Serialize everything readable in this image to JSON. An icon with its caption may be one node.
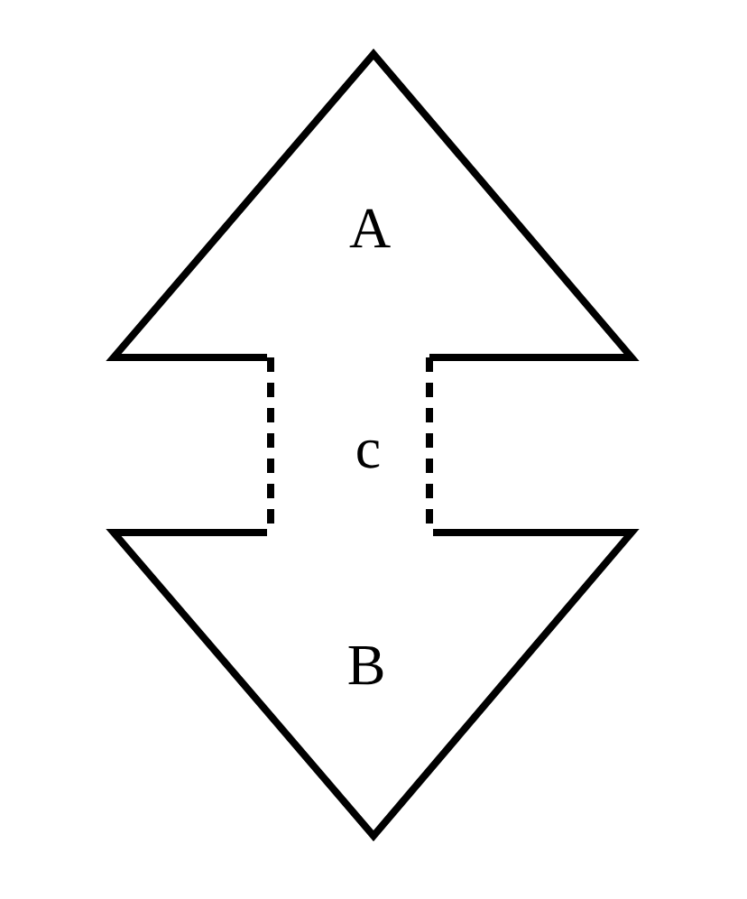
{
  "diagram": {
    "nodes": [
      {
        "text": [
          "A"
        ]
      },
      {
        "text": [
          "c"
        ]
      },
      {
        "text": [
          "B"
        ]
      }
    ]
  }
}
